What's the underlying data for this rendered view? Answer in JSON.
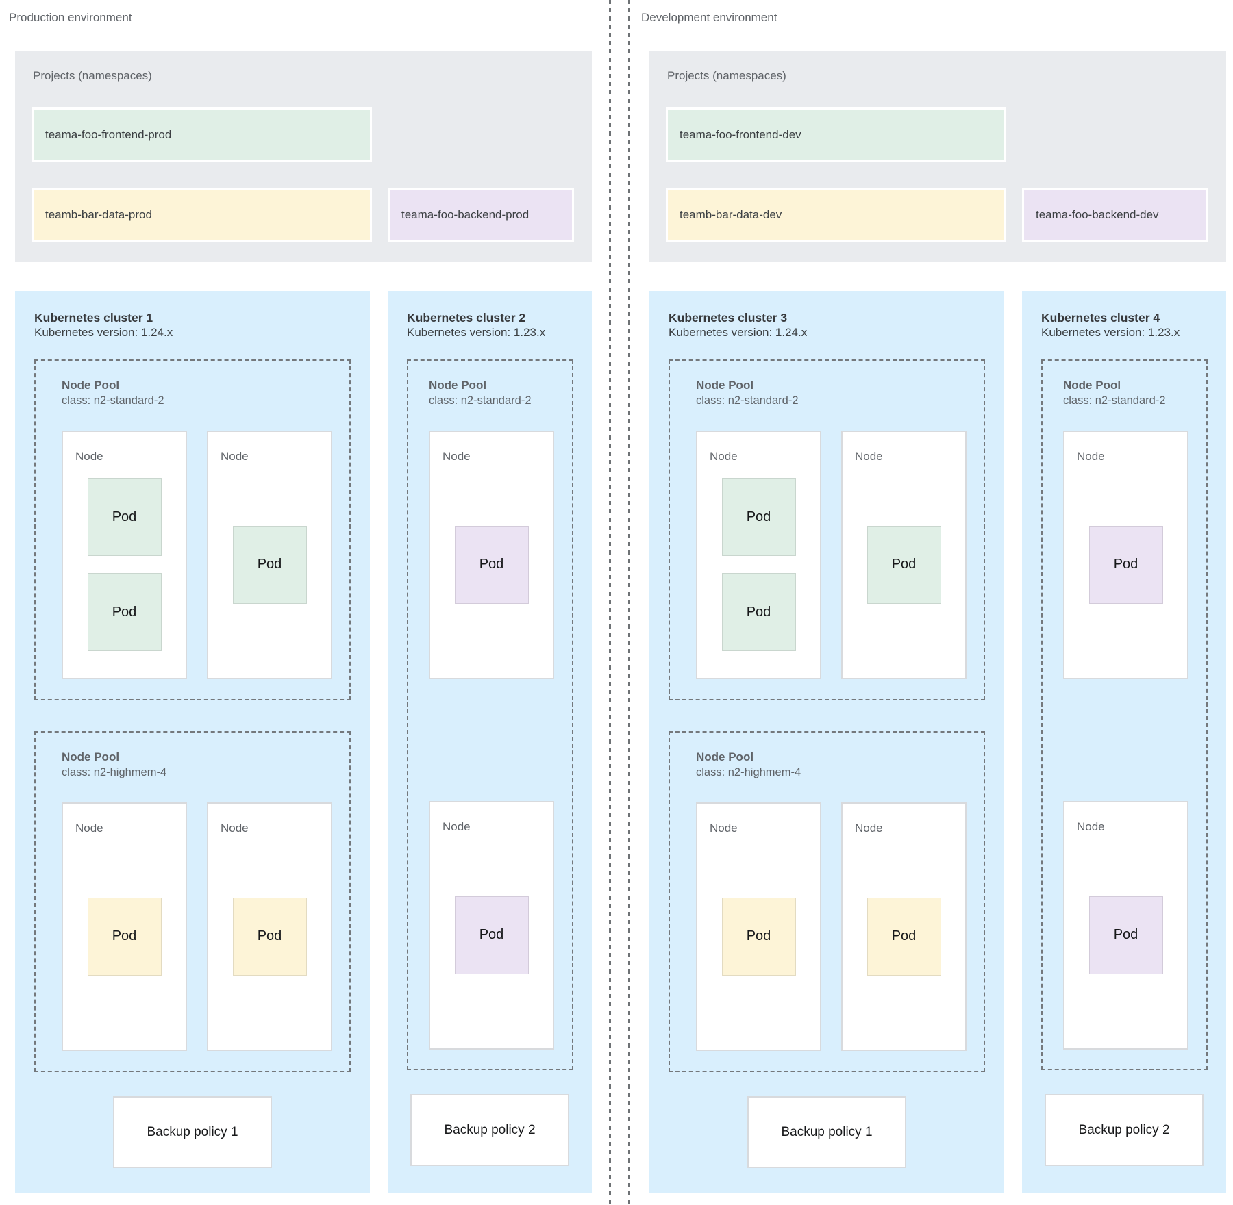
{
  "palette": {
    "projects_container_bg": "#e9ebee",
    "cluster_bg": "#d9effd",
    "pod_green": "#e0efe6",
    "pod_yellow": "#fdf4d7",
    "pod_purple": "#ebe3f3",
    "dashed_border": "#74787c",
    "label_gray": "#5f6368"
  },
  "environments": [
    {
      "label": "Production environment",
      "projects": {
        "title": "Projects (namespaces)",
        "items": [
          {
            "label": "teama-foo-frontend-prod",
            "color": "#e0efe6"
          },
          {
            "label": "teamb-bar-data-prod",
            "color": "#fdf4d7"
          },
          {
            "label": "teama-foo-backend-prod",
            "color": "#ebe3f3"
          }
        ]
      },
      "clusters": [
        {
          "title": "Kubernetes cluster 1",
          "version": "Kubernetes version: 1.24.x",
          "node_pools": [
            {
              "title": "Node Pool",
              "class": "class: n2-standard-2",
              "nodes": [
                {
                  "label": "Node",
                  "pods": [
                    {
                      "label": "Pod",
                      "color": "#e0efe6"
                    },
                    {
                      "label": "Pod",
                      "color": "#e0efe6"
                    }
                  ]
                },
                {
                  "label": "Node",
                  "pods": [
                    {
                      "label": "Pod",
                      "color": "#e0efe6"
                    }
                  ]
                }
              ]
            },
            {
              "title": "Node Pool",
              "class": "class: n2-highmem-4",
              "nodes": [
                {
                  "label": "Node",
                  "pods": [
                    {
                      "label": "Pod",
                      "color": "#fdf4d7"
                    }
                  ]
                },
                {
                  "label": "Node",
                  "pods": [
                    {
                      "label": "Pod",
                      "color": "#fdf4d7"
                    }
                  ]
                }
              ]
            }
          ],
          "backup_policy": "Backup policy 1"
        },
        {
          "title": "Kubernetes cluster 2",
          "version": "Kubernetes version: 1.23.x",
          "node_pools": [
            {
              "title": "Node Pool",
              "class": "class: n2-standard-2",
              "nodes": [
                {
                  "label": "Node",
                  "pods": [
                    {
                      "label": "Pod",
                      "color": "#ebe3f3"
                    }
                  ]
                },
                {
                  "label": "Node",
                  "pods": [
                    {
                      "label": "Pod",
                      "color": "#ebe3f3"
                    }
                  ]
                }
              ]
            }
          ],
          "backup_policy": "Backup policy 2"
        }
      ]
    },
    {
      "label": "Development environment",
      "projects": {
        "title": "Projects (namespaces)",
        "items": [
          {
            "label": "teama-foo-frontend-dev",
            "color": "#e0efe6"
          },
          {
            "label": "teamb-bar-data-dev",
            "color": "#fdf4d7"
          },
          {
            "label": "teama-foo-backend-dev",
            "color": "#ebe3f3"
          }
        ]
      },
      "clusters": [
        {
          "title": "Kubernetes cluster 3",
          "version": "Kubernetes version: 1.24.x",
          "node_pools": [
            {
              "title": "Node Pool",
              "class": "class: n2-standard-2",
              "nodes": [
                {
                  "label": "Node",
                  "pods": [
                    {
                      "label": "Pod",
                      "color": "#e0efe6"
                    },
                    {
                      "label": "Pod",
                      "color": "#e0efe6"
                    }
                  ]
                },
                {
                  "label": "Node",
                  "pods": [
                    {
                      "label": "Pod",
                      "color": "#e0efe6"
                    }
                  ]
                }
              ]
            },
            {
              "title": "Node Pool",
              "class": "class: n2-highmem-4",
              "nodes": [
                {
                  "label": "Node",
                  "pods": [
                    {
                      "label": "Pod",
                      "color": "#fdf4d7"
                    }
                  ]
                },
                {
                  "label": "Node",
                  "pods": [
                    {
                      "label": "Pod",
                      "color": "#fdf4d7"
                    }
                  ]
                }
              ]
            }
          ],
          "backup_policy": "Backup policy 1"
        },
        {
          "title": "Kubernetes cluster 4",
          "version": "Kubernetes version: 1.23.x",
          "node_pools": [
            {
              "title": "Node Pool",
              "class": "class: n2-standard-2",
              "nodes": [
                {
                  "label": "Node",
                  "pods": [
                    {
                      "label": "Pod",
                      "color": "#ebe3f3"
                    }
                  ]
                },
                {
                  "label": "Node",
                  "pods": [
                    {
                      "label": "Pod",
                      "color": "#ebe3f3"
                    }
                  ]
                }
              ]
            }
          ],
          "backup_policy": "Backup policy 2"
        }
      ]
    }
  ]
}
